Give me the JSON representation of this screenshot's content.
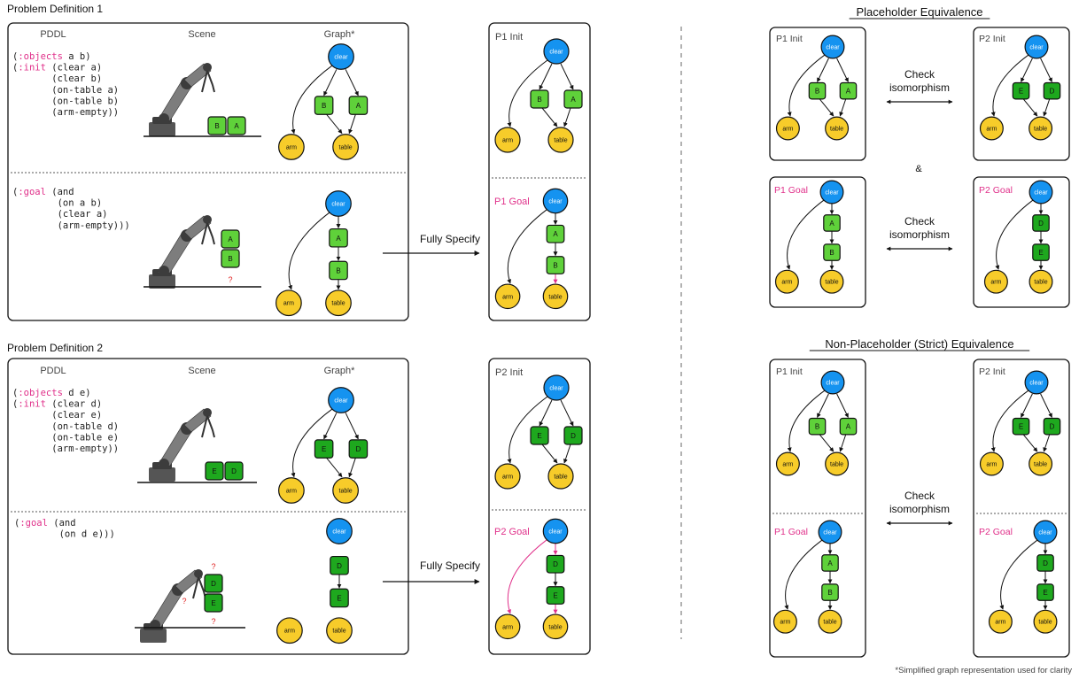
{
  "labels": {
    "pd1_title": "Problem Definition 1",
    "pd2_title": "Problem Definition 2",
    "col_pddl": "PDDL",
    "col_scene": "Scene",
    "col_graph": "Graph*",
    "fully_specify": "Fully Specify",
    "placeholder_title": "Placeholder Equivalence",
    "strict_title": "Non-Placeholder (Strict) Equivalence",
    "check_line1": "Check",
    "check_line2": "isomorphism",
    "amp": "&",
    "footnote": "*Simplified graph representation used for clarity"
  },
  "panel_labels": {
    "p1_init": "P1 Init",
    "p1_goal": "P1 Goal",
    "p2_init": "P2 Init",
    "p2_goal": "P2 Goal"
  },
  "node_labels": {
    "clear": "clear",
    "arm": "arm",
    "table": "table"
  },
  "pddl": {
    "p1_init": [
      [
        {
          "t": "(",
          "c": "n"
        },
        {
          "t": ":objects",
          "c": "k"
        },
        {
          "t": " a b)",
          "c": "n"
        }
      ],
      [
        {
          "t": "(",
          "c": "n"
        },
        {
          "t": ":init",
          "c": "k"
        },
        {
          "t": " (clear a)",
          "c": "n"
        }
      ],
      [
        {
          "t": "       (clear b)",
          "c": "n"
        }
      ],
      [
        {
          "t": "       (on-table a)",
          "c": "n"
        }
      ],
      [
        {
          "t": "       (on-table b)",
          "c": "n"
        }
      ],
      [
        {
          "t": "       (arm-empty))",
          "c": "n"
        }
      ]
    ],
    "p1_goal": [
      [
        {
          "t": "(",
          "c": "n"
        },
        {
          "t": ":goal",
          "c": "k"
        },
        {
          "t": " (and",
          "c": "n"
        }
      ],
      [
        {
          "t": "        (on a b)",
          "c": "n"
        }
      ],
      [
        {
          "t": "        (clear a)",
          "c": "n"
        }
      ],
      [
        {
          "t": "        (arm-empty)))",
          "c": "n"
        }
      ]
    ],
    "p2_init": [
      [
        {
          "t": "(",
          "c": "n"
        },
        {
          "t": ":objects",
          "c": "k"
        },
        {
          "t": " d e)",
          "c": "n"
        }
      ],
      [
        {
          "t": "(",
          "c": "n"
        },
        {
          "t": ":init",
          "c": "k"
        },
        {
          "t": " (clear d)",
          "c": "n"
        }
      ],
      [
        {
          "t": "       (clear e)",
          "c": "n"
        }
      ],
      [
        {
          "t": "       (on-table d)",
          "c": "n"
        }
      ],
      [
        {
          "t": "       (on-table e)",
          "c": "n"
        }
      ],
      [
        {
          "t": "       (arm-empty))",
          "c": "n"
        }
      ]
    ],
    "p2_goal": [
      [
        {
          "t": "(",
          "c": "n"
        },
        {
          "t": ":goal",
          "c": "k"
        },
        {
          "t": " (and",
          "c": "n"
        }
      ],
      [
        {
          "t": "        (on d e)))",
          "c": "n"
        }
      ]
    ]
  },
  "colors": {
    "keyword": "#e0308a",
    "clear_node": "#1593f0",
    "arm_table_node": "#f7cc2a",
    "block_light": "#5fd13a",
    "block_dark": "#1ea81e",
    "question_mark": "#e02020",
    "goal_label": "#e0308a"
  }
}
